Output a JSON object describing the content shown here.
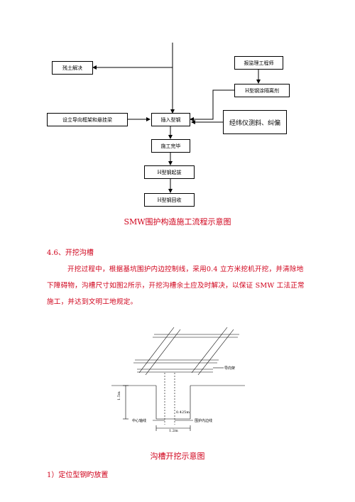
{
  "flowchart": {
    "box_left_top": "残土解决",
    "box_right_top": "报监理工程师",
    "box_right_mid": "H型钢涂隔离剂",
    "box_left_mid": "设立导向框架和悬挂梁",
    "box_center": "插入型钢",
    "box_right_big": "经纬仪测斜、纠偏",
    "box_finish": "施工完毕",
    "box_pull": "H型钢起拔",
    "box_recycle": "H型钢回收"
  },
  "caption1": "SMW围护构造施工流程示意图",
  "section_heading": "4.6、开挖沟槽",
  "paragraph_lines": [
    "开挖过程中，根据基坑围护内边控制线，采用0.4 立方米挖机开挖，并清除地",
    "下障碍物，沟槽尺寸如图2所示，开挖沟槽余土应及时解决，以保证 SMW 工法正常",
    "施工，并达到文明工地规定。"
  ],
  "diagram": {
    "label_guide": "导向架",
    "label_center": "中心轴线",
    "label_inner": "围护内边线",
    "label_dim_depth": "1.5m",
    "label_dim_width": "1.2m",
    "label_dim_offset": "0.425m"
  },
  "caption2": "沟槽开挖示意图",
  "item1": "1）定位型钢旳放置"
}
